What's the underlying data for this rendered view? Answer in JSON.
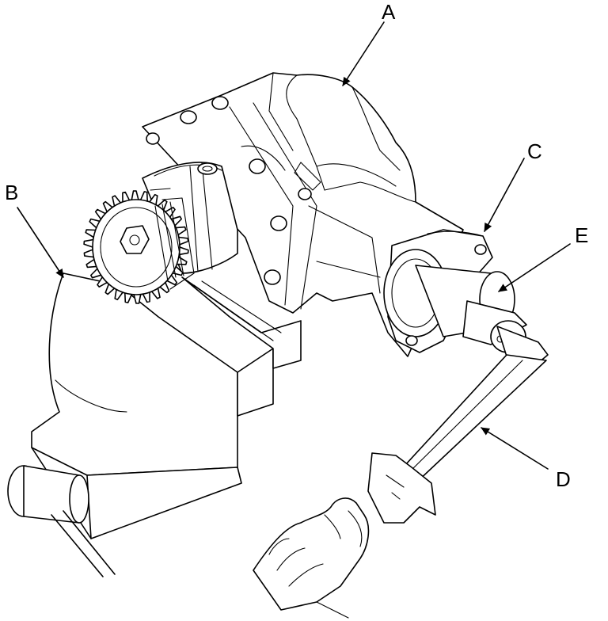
{
  "callouts": [
    {
      "id": "A",
      "label": "A"
    },
    {
      "id": "B",
      "label": "B"
    },
    {
      "id": "C",
      "label": "C"
    },
    {
      "id": "D",
      "label": "D"
    },
    {
      "id": "E",
      "label": "E"
    }
  ],
  "colors": {
    "line": "#000000",
    "background": "#ffffff"
  }
}
